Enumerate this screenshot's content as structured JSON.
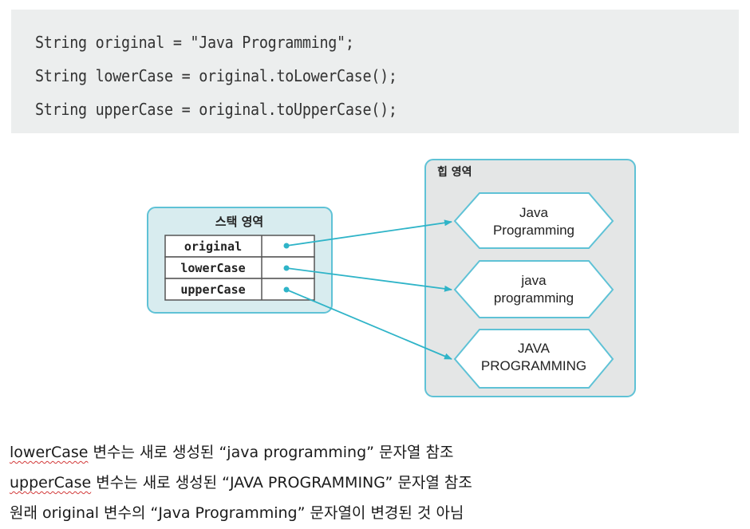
{
  "code": {
    "lines": [
      "String original = \"Java Programming\";",
      "String lowerCase = original.toLowerCase();",
      "String upperCase = original.toUpperCase();"
    ]
  },
  "diagram": {
    "stack": {
      "title": "스택 영역",
      "vars": [
        "original",
        "lowerCase",
        "upperCase"
      ]
    },
    "heap": {
      "title": "힙 영역",
      "objects": [
        [
          "Java",
          "Programming"
        ],
        [
          "java",
          "programming"
        ],
        [
          "JAVA",
          "PROGRAMMING"
        ]
      ]
    },
    "colors": {
      "stack_fill": "#d8ecef",
      "stack_border": "#5fc2d6",
      "heap_fill": "#e4e6e6",
      "heap_border": "#5fc2d6",
      "arrow": "#2fb4c8",
      "object_fill": "#ffffff"
    }
  },
  "notes": {
    "line1": {
      "word": "lowerCase",
      "rest": " 변수는 새로 생성된 “java programming” 문자열 참조"
    },
    "line2": {
      "word": "upperCase",
      "rest": " 변수는 새로 생성된 “JAVA PROGRAMMING” 문자열 참조"
    },
    "line3": {
      "text": "원래 original 변수의 “Java Programming” 문자열이 변경된 것 아님"
    }
  }
}
